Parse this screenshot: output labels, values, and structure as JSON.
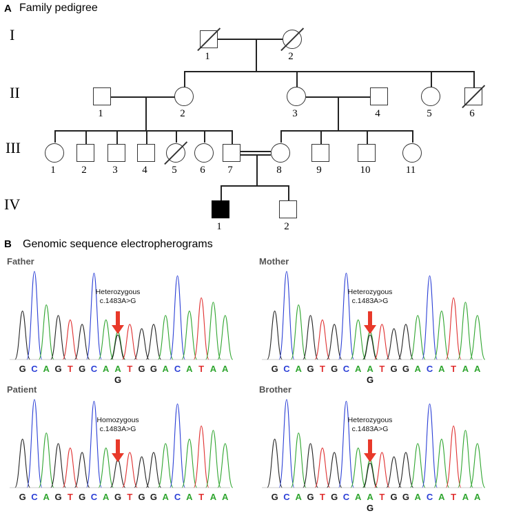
{
  "panel_a": {
    "letter": "A",
    "title": "Family pedigree",
    "generations": [
      "I",
      "II",
      "III",
      "IV"
    ],
    "individuals": [
      {
        "id": "I-1",
        "gen": 0,
        "label": "1",
        "sex": "male",
        "deceased": true,
        "affected": false
      },
      {
        "id": "I-2",
        "gen": 0,
        "label": "2",
        "sex": "female",
        "deceased": true,
        "affected": false
      },
      {
        "id": "II-1",
        "gen": 1,
        "label": "1",
        "sex": "male",
        "deceased": false,
        "affected": false
      },
      {
        "id": "II-2",
        "gen": 1,
        "label": "2",
        "sex": "female",
        "deceased": false,
        "affected": false
      },
      {
        "id": "II-3",
        "gen": 1,
        "label": "3",
        "sex": "female",
        "deceased": false,
        "affected": false
      },
      {
        "id": "II-4",
        "gen": 1,
        "label": "4",
        "sex": "male",
        "deceased": false,
        "affected": false
      },
      {
        "id": "II-5",
        "gen": 1,
        "label": "5",
        "sex": "female",
        "deceased": false,
        "affected": false
      },
      {
        "id": "II-6",
        "gen": 1,
        "label": "6",
        "sex": "male",
        "deceased": true,
        "affected": false
      },
      {
        "id": "III-1",
        "gen": 2,
        "label": "1",
        "sex": "female",
        "deceased": false,
        "affected": false
      },
      {
        "id": "III-2",
        "gen": 2,
        "label": "2",
        "sex": "male",
        "deceased": false,
        "affected": false
      },
      {
        "id": "III-3",
        "gen": 2,
        "label": "3",
        "sex": "male",
        "deceased": false,
        "affected": false
      },
      {
        "id": "III-4",
        "gen": 2,
        "label": "4",
        "sex": "male",
        "deceased": false,
        "affected": false
      },
      {
        "id": "III-5",
        "gen": 2,
        "label": "5",
        "sex": "female",
        "deceased": true,
        "affected": false
      },
      {
        "id": "III-6",
        "gen": 2,
        "label": "6",
        "sex": "female",
        "deceased": false,
        "affected": false
      },
      {
        "id": "III-7",
        "gen": 2,
        "label": "7",
        "sex": "male",
        "deceased": false,
        "affected": false
      },
      {
        "id": "III-8",
        "gen": 2,
        "label": "8",
        "sex": "female",
        "deceased": false,
        "affected": false
      },
      {
        "id": "III-9",
        "gen": 2,
        "label": "9",
        "sex": "male",
        "deceased": false,
        "affected": false
      },
      {
        "id": "III-10",
        "gen": 2,
        "label": "10",
        "sex": "male",
        "deceased": false,
        "affected": false
      },
      {
        "id": "III-11",
        "gen": 2,
        "label": "11",
        "sex": "female",
        "deceased": false,
        "affected": false
      },
      {
        "id": "IV-1",
        "gen": 3,
        "label": "1",
        "sex": "male",
        "deceased": false,
        "affected": true
      },
      {
        "id": "IV-2",
        "gen": 3,
        "label": "2",
        "sex": "male",
        "deceased": false,
        "affected": false
      }
    ]
  },
  "panel_b": {
    "letter": "B",
    "title": "Genomic sequence electropherograms",
    "colors": {
      "G": "#222222",
      "C": "#2b3fd6",
      "A": "#2fa52f",
      "T": "#e03030",
      "arrow": "#e8392a"
    },
    "panels": [
      {
        "label": "Father",
        "mutation_type": "Heterozygous",
        "mutation": "c.1483A>G",
        "sequence": [
          "G",
          "C",
          "A",
          "G",
          "T",
          "G",
          "C",
          "A",
          "A",
          "T",
          "G",
          "G",
          "A",
          "C",
          "A",
          "T",
          "A",
          "A"
        ],
        "variant_index": 8,
        "variant_base": "G"
      },
      {
        "label": "Mother",
        "mutation_type": "Heterozygous",
        "mutation": "c.1483A>G",
        "sequence": [
          "G",
          "C",
          "A",
          "G",
          "T",
          "G",
          "C",
          "A",
          "A",
          "T",
          "G",
          "G",
          "A",
          "C",
          "A",
          "T",
          "A",
          "A"
        ],
        "variant_index": 8,
        "variant_base": "G"
      },
      {
        "label": "Patient",
        "mutation_type": "Homozygous",
        "mutation": "c.1483A>G",
        "sequence": [
          "G",
          "C",
          "A",
          "G",
          "T",
          "G",
          "C",
          "A",
          "G",
          "T",
          "G",
          "G",
          "A",
          "C",
          "A",
          "T",
          "A",
          "A"
        ],
        "variant_index": 8,
        "variant_base": ""
      },
      {
        "label": "Brother",
        "mutation_type": "Heterozygous",
        "mutation": "c.1483A>G",
        "sequence": [
          "G",
          "C",
          "A",
          "G",
          "T",
          "G",
          "C",
          "A",
          "A",
          "T",
          "G",
          "G",
          "A",
          "C",
          "A",
          "T",
          "A",
          "A"
        ],
        "variant_index": 8,
        "variant_base": "G"
      }
    ]
  }
}
